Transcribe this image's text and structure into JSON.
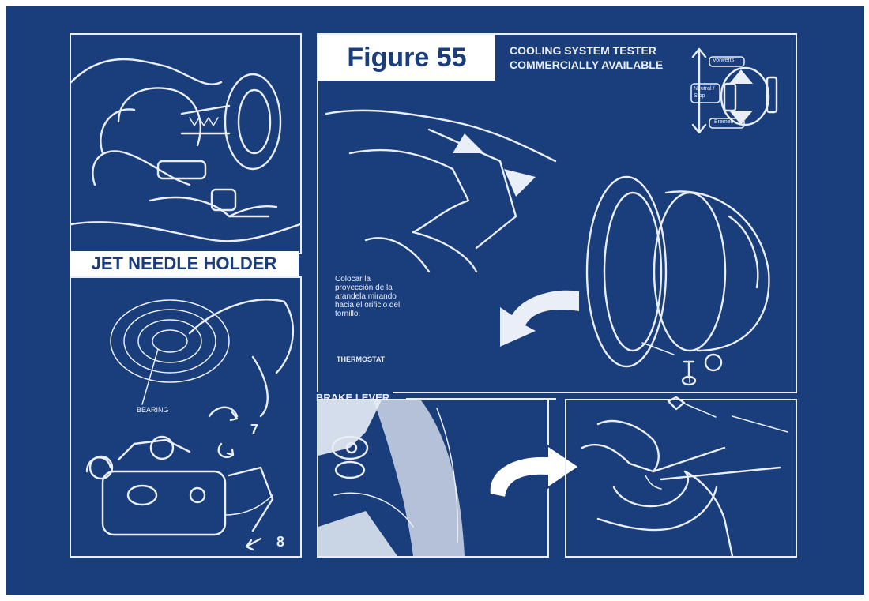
{
  "figure_title": "Figure 55",
  "tester_caption": [
    "COOLING SYSTEM TESTER",
    "COMMERCIALLY AVAILABLE"
  ],
  "jet_needle_label": "JET NEEDLE HOLDER",
  "bearing_label": "BEARING",
  "step_numbers": [
    "7",
    "8"
  ],
  "spanish_note": [
    "Colocar la",
    "proyección de la",
    "arandela mirando",
    "hacia el orificio del",
    "tornillo."
  ],
  "thermostat_label": "THERMOSTAT",
  "brake_lever_label": "BRAKE LEVER",
  "direction_badge": {
    "top": "Vorwerts",
    "middle": [
      "Neutral /",
      "Stop"
    ],
    "bottom": "Bremes"
  },
  "colors": {
    "background": "#1a3d7c",
    "lines": "#e9eef7",
    "label_fill": "#ffffff"
  }
}
